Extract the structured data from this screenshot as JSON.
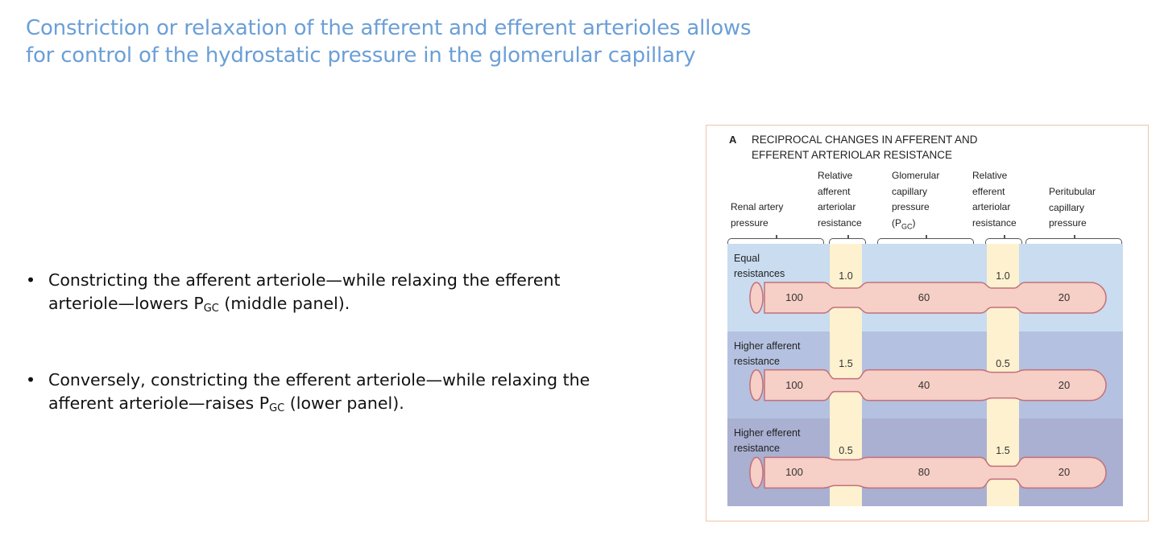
{
  "slide": {
    "title_lines": [
      "Constriction or relaxation of the afferent and efferent arterioles allows",
      "for control of the hydrostatic pressure in the glomerular capillary"
    ]
  },
  "bullets": [
    {
      "line1": "Constricting the afferent arteriole—while relaxing the efferent",
      "line2_pre": "arteriole—lowers P",
      "line2_sub": "GC",
      "line2_post": " (middle panel)."
    },
    {
      "line1": "Conversely, constricting the efferent arteriole—while relaxing the",
      "line2_pre": "afferent arteriole—raises P",
      "line2_sub": "GC",
      "line2_post": " (lower panel)."
    }
  ],
  "figure": {
    "letter": "A",
    "title_lines": [
      "RECIPROCAL CHANGES IN AFFERENT AND",
      "EFFERENT ARTERIOLAR RESISTANCE"
    ],
    "columns": [
      {
        "lines": [
          "Renal artery",
          "pressure"
        ]
      },
      {
        "lines": [
          "Relative",
          "afferent",
          "arteriolar",
          "resistance"
        ]
      },
      {
        "lines": [
          "Glomerular",
          "capillary",
          "pressure"
        ],
        "last_pre": "(P",
        "last_sub": "GC",
        "last_post": ")"
      },
      {
        "lines": [
          "Relative",
          "efferent",
          "arteriolar",
          "resistance"
        ]
      },
      {
        "lines": [
          "Peritubular",
          "capillary",
          "pressure"
        ]
      }
    ],
    "colors": {
      "panel_1": "#c9dcf0",
      "panel_2": "#b5c1e0",
      "panel_3": "#a9b0d2",
      "arteriole_band": "#fdf1cf",
      "vessel_fill": "#f6cfc6",
      "vessel_stroke": "#c2707a"
    },
    "panels": [
      {
        "label_lines": [
          "Equal",
          "resistances"
        ],
        "afferent_resistance": 1.0,
        "afferent_label": "1.0",
        "efferent_resistance": 1.0,
        "efferent_label": "1.0",
        "renal_artery_pressure": "100",
        "glomerular_pressure": "60",
        "peritubular_pressure": "20"
      },
      {
        "label_lines": [
          "Higher afferent",
          "resistance"
        ],
        "afferent_resistance": 1.5,
        "afferent_label": "1.5",
        "efferent_resistance": 0.5,
        "efferent_label": "0.5",
        "renal_artery_pressure": "100",
        "glomerular_pressure": "40",
        "peritubular_pressure": "20"
      },
      {
        "label_lines": [
          "Higher efferent",
          "resistance"
        ],
        "afferent_resistance": 0.5,
        "afferent_label": "0.5",
        "efferent_resistance": 1.5,
        "efferent_label": "1.5",
        "renal_artery_pressure": "100",
        "glomerular_pressure": "80",
        "peritubular_pressure": "20"
      }
    ]
  }
}
